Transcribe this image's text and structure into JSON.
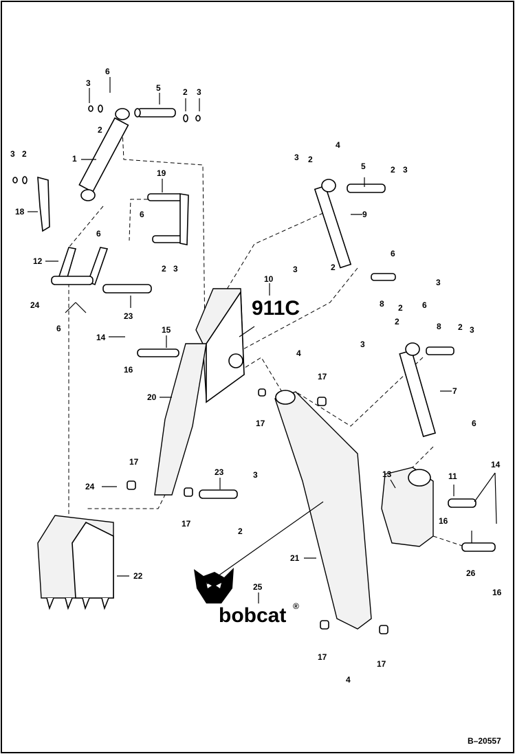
{
  "diagram": {
    "model_label": "911C",
    "brand": {
      "name": "bobcat",
      "registered_mark": "®",
      "logo_icon": "bobcat-head-logo"
    },
    "reference_code": "B–20557",
    "callouts": [
      {
        "id": "c1",
        "text": "1"
      },
      {
        "id": "c2a",
        "text": "2"
      },
      {
        "id": "c2b",
        "text": "2"
      },
      {
        "id": "c2c",
        "text": "2"
      },
      {
        "id": "c2d",
        "text": "2"
      },
      {
        "id": "c2e",
        "text": "2"
      },
      {
        "id": "c2f",
        "text": "2"
      },
      {
        "id": "c2g",
        "text": "2"
      },
      {
        "id": "c2h",
        "text": "2"
      },
      {
        "id": "c2i",
        "text": "2"
      },
      {
        "id": "c2j",
        "text": "2"
      },
      {
        "id": "c2k",
        "text": "2"
      },
      {
        "id": "c3a",
        "text": "3"
      },
      {
        "id": "c3b",
        "text": "3"
      },
      {
        "id": "c3c",
        "text": "3"
      },
      {
        "id": "c3d",
        "text": "3"
      },
      {
        "id": "c3e",
        "text": "3"
      },
      {
        "id": "c3f",
        "text": "3"
      },
      {
        "id": "c3g",
        "text": "3"
      },
      {
        "id": "c3h",
        "text": "3"
      },
      {
        "id": "c3i",
        "text": "3"
      },
      {
        "id": "c3j",
        "text": "3"
      },
      {
        "id": "c3k",
        "text": "3"
      },
      {
        "id": "c4a",
        "text": "4"
      },
      {
        "id": "c4b",
        "text": "4"
      },
      {
        "id": "c4c",
        "text": "4"
      },
      {
        "id": "c5a",
        "text": "5"
      },
      {
        "id": "c5b",
        "text": "5"
      },
      {
        "id": "c6a",
        "text": "6"
      },
      {
        "id": "c6b",
        "text": "6"
      },
      {
        "id": "c6c",
        "text": "6"
      },
      {
        "id": "c6d",
        "text": "6"
      },
      {
        "id": "c6e",
        "text": "6"
      },
      {
        "id": "c6f",
        "text": "6"
      },
      {
        "id": "c6g",
        "text": "6"
      },
      {
        "id": "c7",
        "text": "7"
      },
      {
        "id": "c8a",
        "text": "8"
      },
      {
        "id": "c8b",
        "text": "8"
      },
      {
        "id": "c9",
        "text": "9"
      },
      {
        "id": "c10",
        "text": "10"
      },
      {
        "id": "c11",
        "text": "11"
      },
      {
        "id": "c12",
        "text": "12"
      },
      {
        "id": "c13",
        "text": "13"
      },
      {
        "id": "c14a",
        "text": "14"
      },
      {
        "id": "c14b",
        "text": "14"
      },
      {
        "id": "c15",
        "text": "15"
      },
      {
        "id": "c16a",
        "text": "16"
      },
      {
        "id": "c16b",
        "text": "16"
      },
      {
        "id": "c16c",
        "text": "16"
      },
      {
        "id": "c17a",
        "text": "17"
      },
      {
        "id": "c17b",
        "text": "17"
      },
      {
        "id": "c17c",
        "text": "17"
      },
      {
        "id": "c17d",
        "text": "17"
      },
      {
        "id": "c17e",
        "text": "17"
      },
      {
        "id": "c17f",
        "text": "17"
      },
      {
        "id": "c18",
        "text": "18"
      },
      {
        "id": "c19",
        "text": "19"
      },
      {
        "id": "c20",
        "text": "20"
      },
      {
        "id": "c21",
        "text": "21"
      },
      {
        "id": "c22",
        "text": "22"
      },
      {
        "id": "c23a",
        "text": "23"
      },
      {
        "id": "c23b",
        "text": "23"
      },
      {
        "id": "c24a",
        "text": "24"
      },
      {
        "id": "c24b",
        "text": "24"
      },
      {
        "id": "c25",
        "text": "25"
      },
      {
        "id": "c26",
        "text": "26"
      }
    ]
  }
}
